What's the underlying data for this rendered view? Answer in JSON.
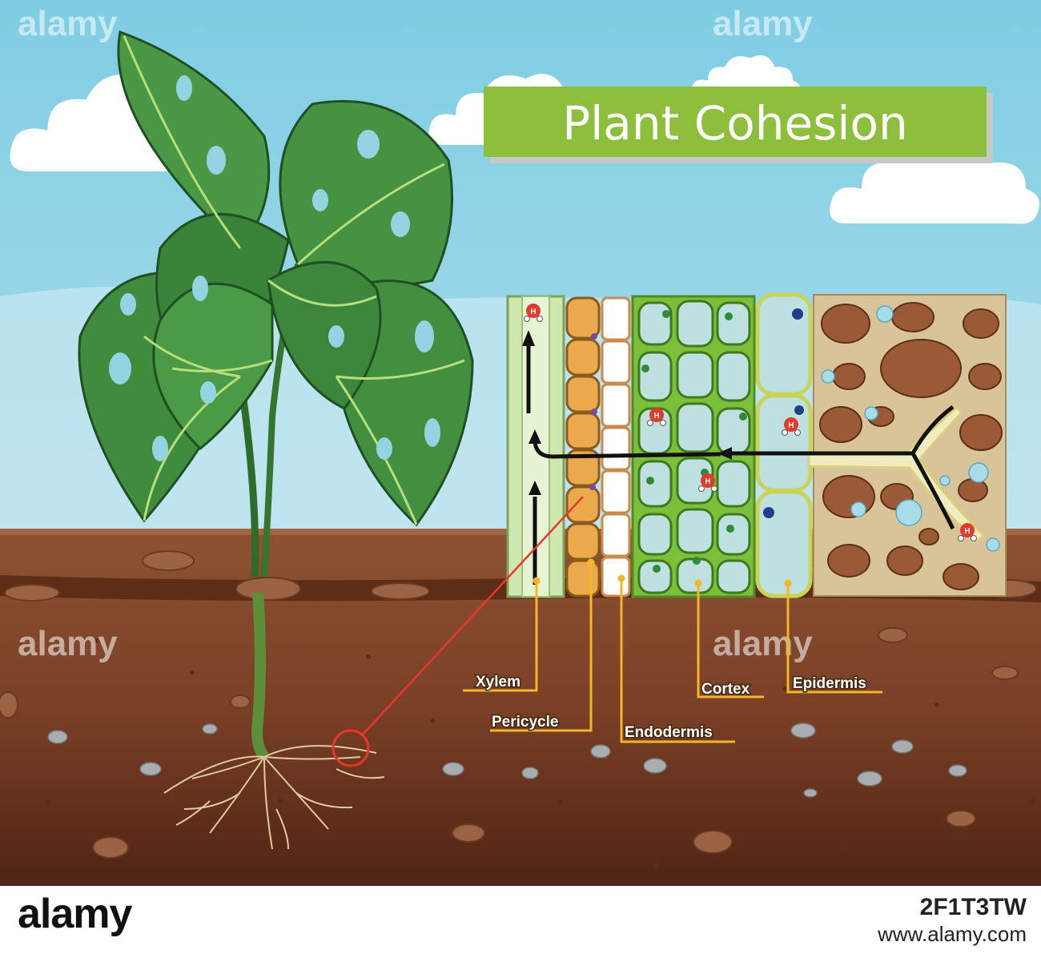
{
  "title": "Plant Cohesion",
  "labels": {
    "xylem": "Xylem",
    "pericycle": "Pericycle",
    "endodermis": "Endodermis",
    "cortex": "Cortex",
    "epidermis": "Epidermis"
  },
  "molecule_letter": "H",
  "watermark": "alamy",
  "footer": {
    "logo": "alamy",
    "image_id": "2F1T3TW",
    "site": "www.alamy.com"
  },
  "colors": {
    "sky": "#7ecbe0",
    "soil": "#86482a",
    "title_bg": "#8dbf3c",
    "leaf": "#3e8a3c",
    "label_line": "#f3b52a",
    "pointer": "#e8362c"
  }
}
